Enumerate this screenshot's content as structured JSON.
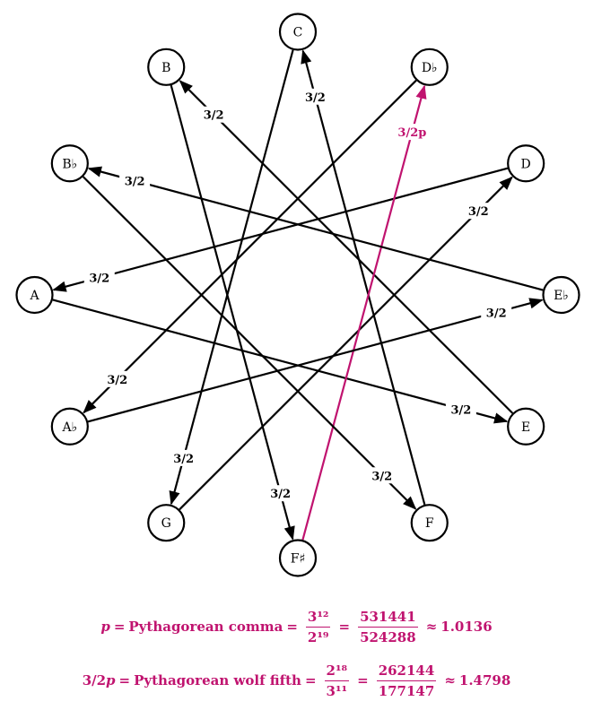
{
  "colors": {
    "ink": "#000000",
    "accent": "#c0136f"
  },
  "nodes": [
    "C",
    "D♭",
    "D",
    "E♭",
    "E",
    "F",
    "F♯",
    "G",
    "A♭",
    "A",
    "B♭",
    "B"
  ],
  "edges": [
    {
      "from": "F",
      "to": "C",
      "label": "3/2"
    },
    {
      "from": "C",
      "to": "G",
      "label": "3/2"
    },
    {
      "from": "G",
      "to": "D",
      "label": "3/2"
    },
    {
      "from": "D",
      "to": "A",
      "label": "3/2"
    },
    {
      "from": "A",
      "to": "E",
      "label": "3/2"
    },
    {
      "from": "E",
      "to": "B",
      "label": "3/2"
    },
    {
      "from": "B",
      "to": "F♯",
      "label": "3/2"
    },
    {
      "from": "F♯",
      "to": "D♭",
      "label": "3/2p",
      "wolf": true
    },
    {
      "from": "D♭",
      "to": "A♭",
      "label": "3/2"
    },
    {
      "from": "A♭",
      "to": "E♭",
      "label": "3/2"
    },
    {
      "from": "E♭",
      "to": "B♭",
      "label": "3/2"
    },
    {
      "from": "B♭",
      "to": "F",
      "label": "3/2"
    }
  ],
  "formulas": {
    "comma": {
      "lhs": "p",
      "name": "Pythagorean comma",
      "frac1_num": "3¹²",
      "frac1_den": "2¹⁹",
      "frac2_num": "531441",
      "frac2_den": "524288",
      "approx": "1.0136",
      "eq": "=",
      "approx_sign": "≈"
    },
    "wolf": {
      "lhs_pre": "3/2",
      "lhs_var": "p",
      "name": "Pythagorean wolf fifth",
      "frac1_num": "2¹⁸",
      "frac1_den": "3¹¹",
      "frac2_num": "262144",
      "frac2_den": "177147",
      "approx": "1.4798",
      "eq": "=",
      "approx_sign": "≈"
    }
  }
}
